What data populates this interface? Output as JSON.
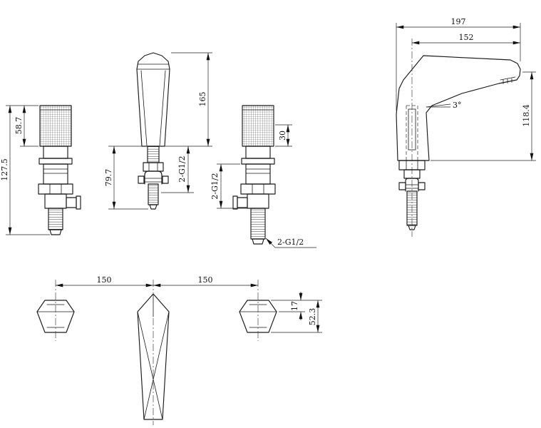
{
  "meta": {
    "background": "#ffffff",
    "ink": "#1a1a1a",
    "drawing": "three-hole basin faucet dimensional drawing"
  },
  "dims": {
    "handle_upper": "58.7",
    "handle_total": "127.5",
    "spout_height": "165",
    "spout_under": "79.7",
    "spout_shank_thread": "2-G1/2",
    "handle_exposed": "30",
    "handle_shank_thread": "2-G1/2",
    "handle_thread_note": "2-G1/2",
    "reach_total": "197",
    "reach_spout": "152",
    "spout_angle": "3°",
    "outlet_height": "118.4",
    "spacing_left": "150",
    "spacing_right": "150",
    "plan_offset": "17",
    "plan_depth": "52.3"
  }
}
